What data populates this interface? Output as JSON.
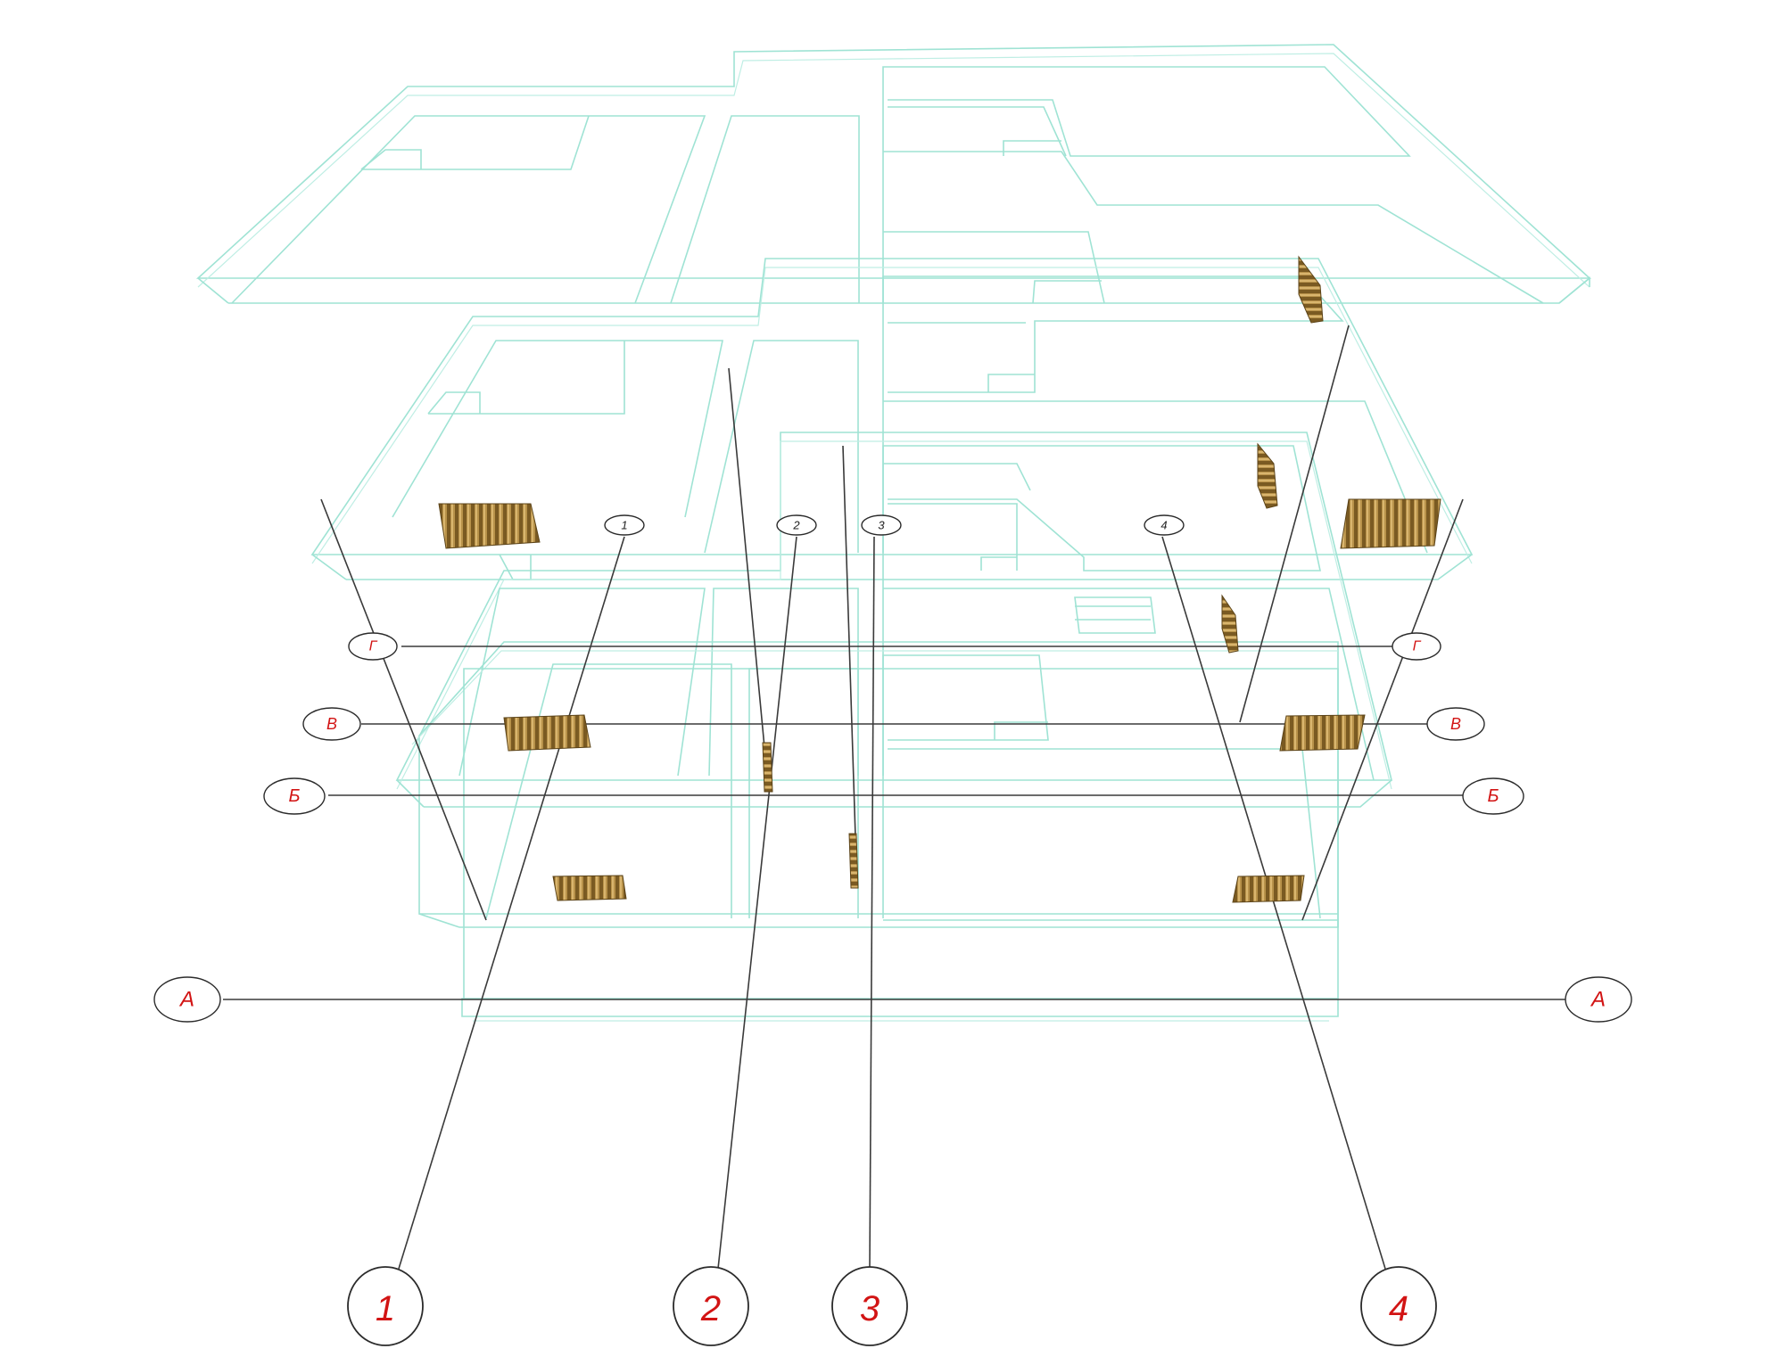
{
  "colors": {
    "plan_lines": "#9fe3d4",
    "axis_lines": "#3a3a3a",
    "label_red": "#d21414",
    "radiator": "#8a6a2c"
  },
  "floor_axis_labels": [
    "1",
    "2",
    "3",
    "4"
  ],
  "column_axes": [
    {
      "id": "axis-1",
      "label": "1"
    },
    {
      "id": "axis-2",
      "label": "2"
    },
    {
      "id": "axis-3",
      "label": "3"
    },
    {
      "id": "axis-4",
      "label": "4"
    }
  ],
  "row_axes": [
    {
      "id": "axis-G",
      "label": "Г"
    },
    {
      "id": "axis-V",
      "label": "В"
    },
    {
      "id": "axis-B",
      "label": "Б"
    },
    {
      "id": "axis-A",
      "label": "А"
    }
  ]
}
